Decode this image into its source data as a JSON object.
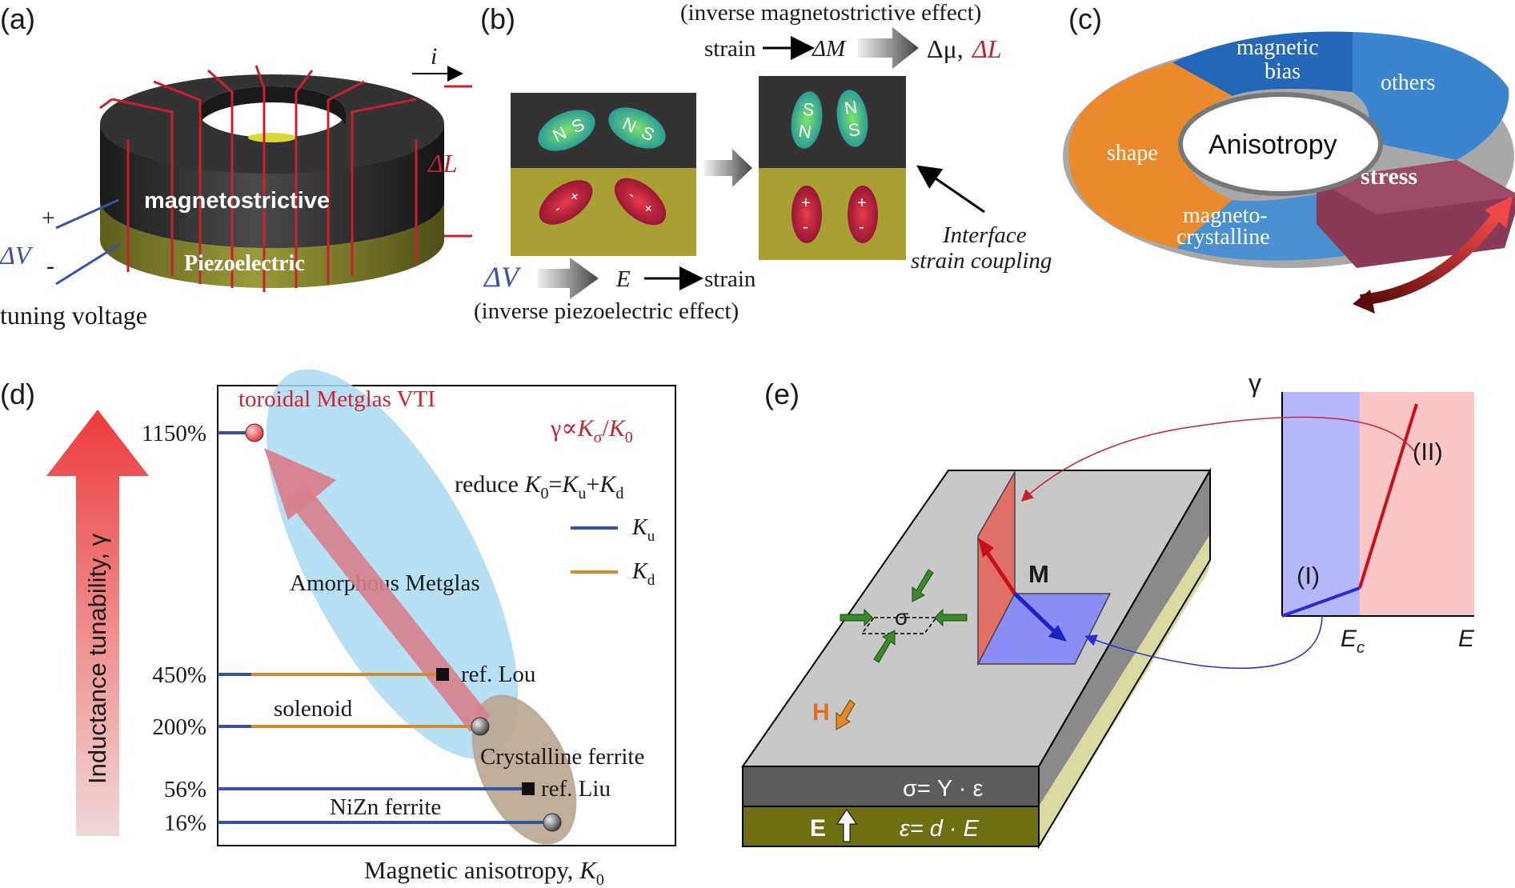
{
  "panels": {
    "a": {
      "label": "(a)",
      "current": "i",
      "plus": "+",
      "minus": "-",
      "dV": "ΔV",
      "dL": "ΔL",
      "layer_top": "magnetostrictive",
      "layer_bottom": "Piezoelectric",
      "tuning": "tuning voltage"
    },
    "b": {
      "label": "(b)",
      "top_effect": "(inverse magnetostrictive effect)",
      "strain_top": "strain",
      "dM": "ΔM",
      "dmu": "Δμ,",
      "dL": "ΔL",
      "dV": "ΔV",
      "E": "E",
      "strain_bottom": "strain",
      "bottom_effect": "(inverse piezoelectric effect)",
      "interface_1": "Interface",
      "interface_2": "strain coupling",
      "N": "N",
      "S": "S",
      "plus": "+",
      "minus": "-"
    },
    "c": {
      "label": "(c)",
      "center": "Anisotropy",
      "mag_bias_1": "magnetic",
      "mag_bias_2": "bias",
      "others": "others",
      "shape": "shape",
      "stress": "stress",
      "magneto_1": "magneto-",
      "magneto_2": "crystalline"
    },
    "d": {
      "label": "(d)",
      "y_axis": "Inductance tunability, γ",
      "x_axis_main": "Magnetic anisotropy, ",
      "x_axis_K": "K",
      "x_axis_sub": "0",
      "formula_main": "γ∝",
      "formula_K1": "K",
      "formula_sub1": "σ",
      "formula_slash": "/",
      "formula_K2": "K",
      "formula_sub2": "0",
      "reduce_text": "reduce ",
      "reduce_K0": "K",
      "reduce_sub0": "0",
      "reduce_eq": "=",
      "reduce_Ku": "K",
      "reduce_subu": "u",
      "reduce_plus": "+",
      "reduce_Kd": "K",
      "reduce_subd": "d",
      "legend": [
        {
          "K": "K",
          "sub": "u",
          "color": "#3953a4"
        },
        {
          "K": "K",
          "sub": "d",
          "color": "#d38b33"
        }
      ],
      "rows": [
        {
          "label": "1150%",
          "name": "toroidal Metglas VTI",
          "value": 1150
        },
        {
          "label": "450%",
          "name": "ref. Lou",
          "value": 450
        },
        {
          "label": "200%",
          "name": "solenoid",
          "value": 200
        },
        {
          "label": "56%",
          "name": "ref. Liu",
          "value": 56
        },
        {
          "label": "16%",
          "name": "NiZn ferrite",
          "value": 16
        }
      ],
      "amorphous": "Amorphous Metglas",
      "crystalline": "Crystalline ferrite"
    },
    "e": {
      "label": "(e)",
      "sigma": "σ",
      "M": "M",
      "H": "H",
      "E": "E",
      "eq1": "σ= Y · ε",
      "eq2": "ε= d · E",
      "gamma": "γ",
      "Ec": "E",
      "Ec_sub": "c",
      "E_axis": "E",
      "region1": "(I)",
      "region2": "(II)"
    }
  },
  "colors": {
    "red_line": "#c8202c",
    "blue_text": "#3953a4",
    "dark_ring": "#2e2e2e",
    "piezo": "#7b7c2a",
    "highlight": "#d2232a"
  }
}
